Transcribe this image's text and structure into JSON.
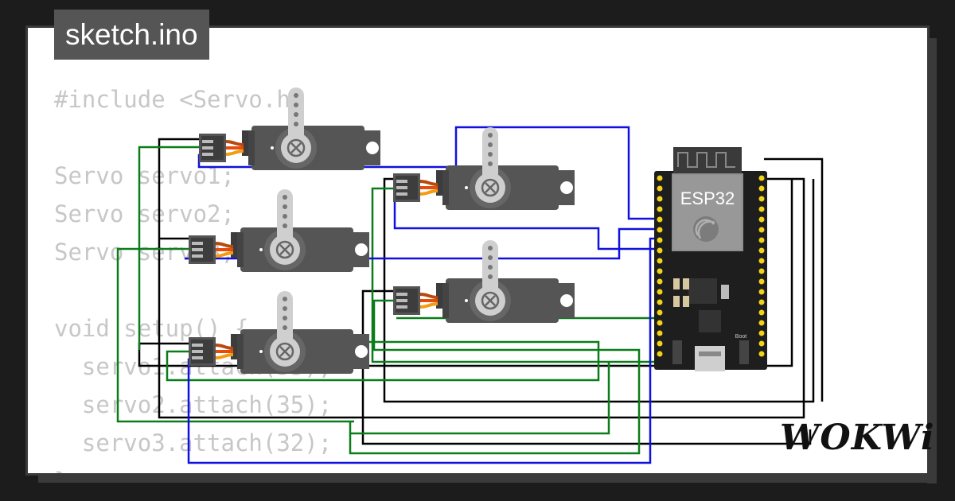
{
  "file_tab": {
    "label": "sketch.ino"
  },
  "code_lines": [
    "#include <Servo.h>",
    "",
    "Servo servo1;",
    "Servo servo2;",
    "Servo servo3;",
    "",
    "void setup() {",
    "  servo1.attach(33);",
    "  servo2.attach(35);",
    "  servo3.attach(32);",
    "}"
  ],
  "board": {
    "label": "ESP32",
    "boot_label": "Boot"
  },
  "brand": {
    "logo_text": "WOKWi"
  },
  "colors": {
    "wire_blue": "#1010e0",
    "wire_green": "#0a7d1a",
    "wire_black": "#000000",
    "servo_body": "#555555",
    "servo_horn": "#cfcfcf",
    "board_bg": "#1e1e1e",
    "pin_yellow": "#f2d21b",
    "code_gray": "#c7c7c7"
  },
  "icons": [
    "servo-horn-icon",
    "espressif-logo-icon",
    "wifi-antenna-icon"
  ]
}
